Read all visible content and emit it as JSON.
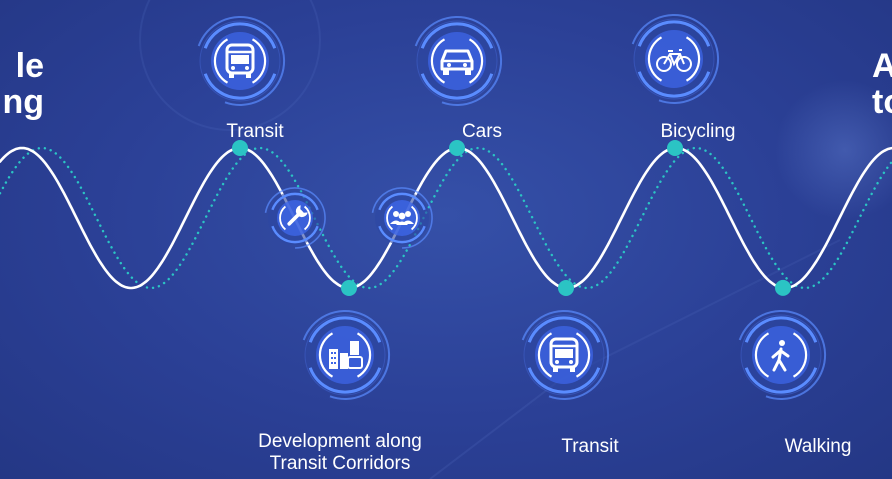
{
  "headings": {
    "left": [
      "le",
      "ng"
    ],
    "right": [
      "A",
      "to"
    ]
  },
  "nodes": [
    {
      "label": "Transit",
      "icon": "bus-icon"
    },
    {
      "label": "Cars",
      "icon": "car-icon"
    },
    {
      "label": "Bicycling",
      "icon": "bicycle-icon"
    },
    {
      "label": "",
      "icon": "wrench-icon"
    },
    {
      "label": "",
      "icon": "people-icon"
    },
    {
      "label": "Development along\nTransit Corridors",
      "icon": "buildings-bus-icon"
    },
    {
      "label": "Transit",
      "icon": "bus-icon"
    },
    {
      "label": "Walking",
      "icon": "walking-person-icon"
    }
  ],
  "colors": {
    "background": "#2b4096",
    "curve": "#ffffff",
    "dots": "#2bc4c4",
    "rings": "#5a8cff",
    "badge_fill": "#3d66e8"
  }
}
